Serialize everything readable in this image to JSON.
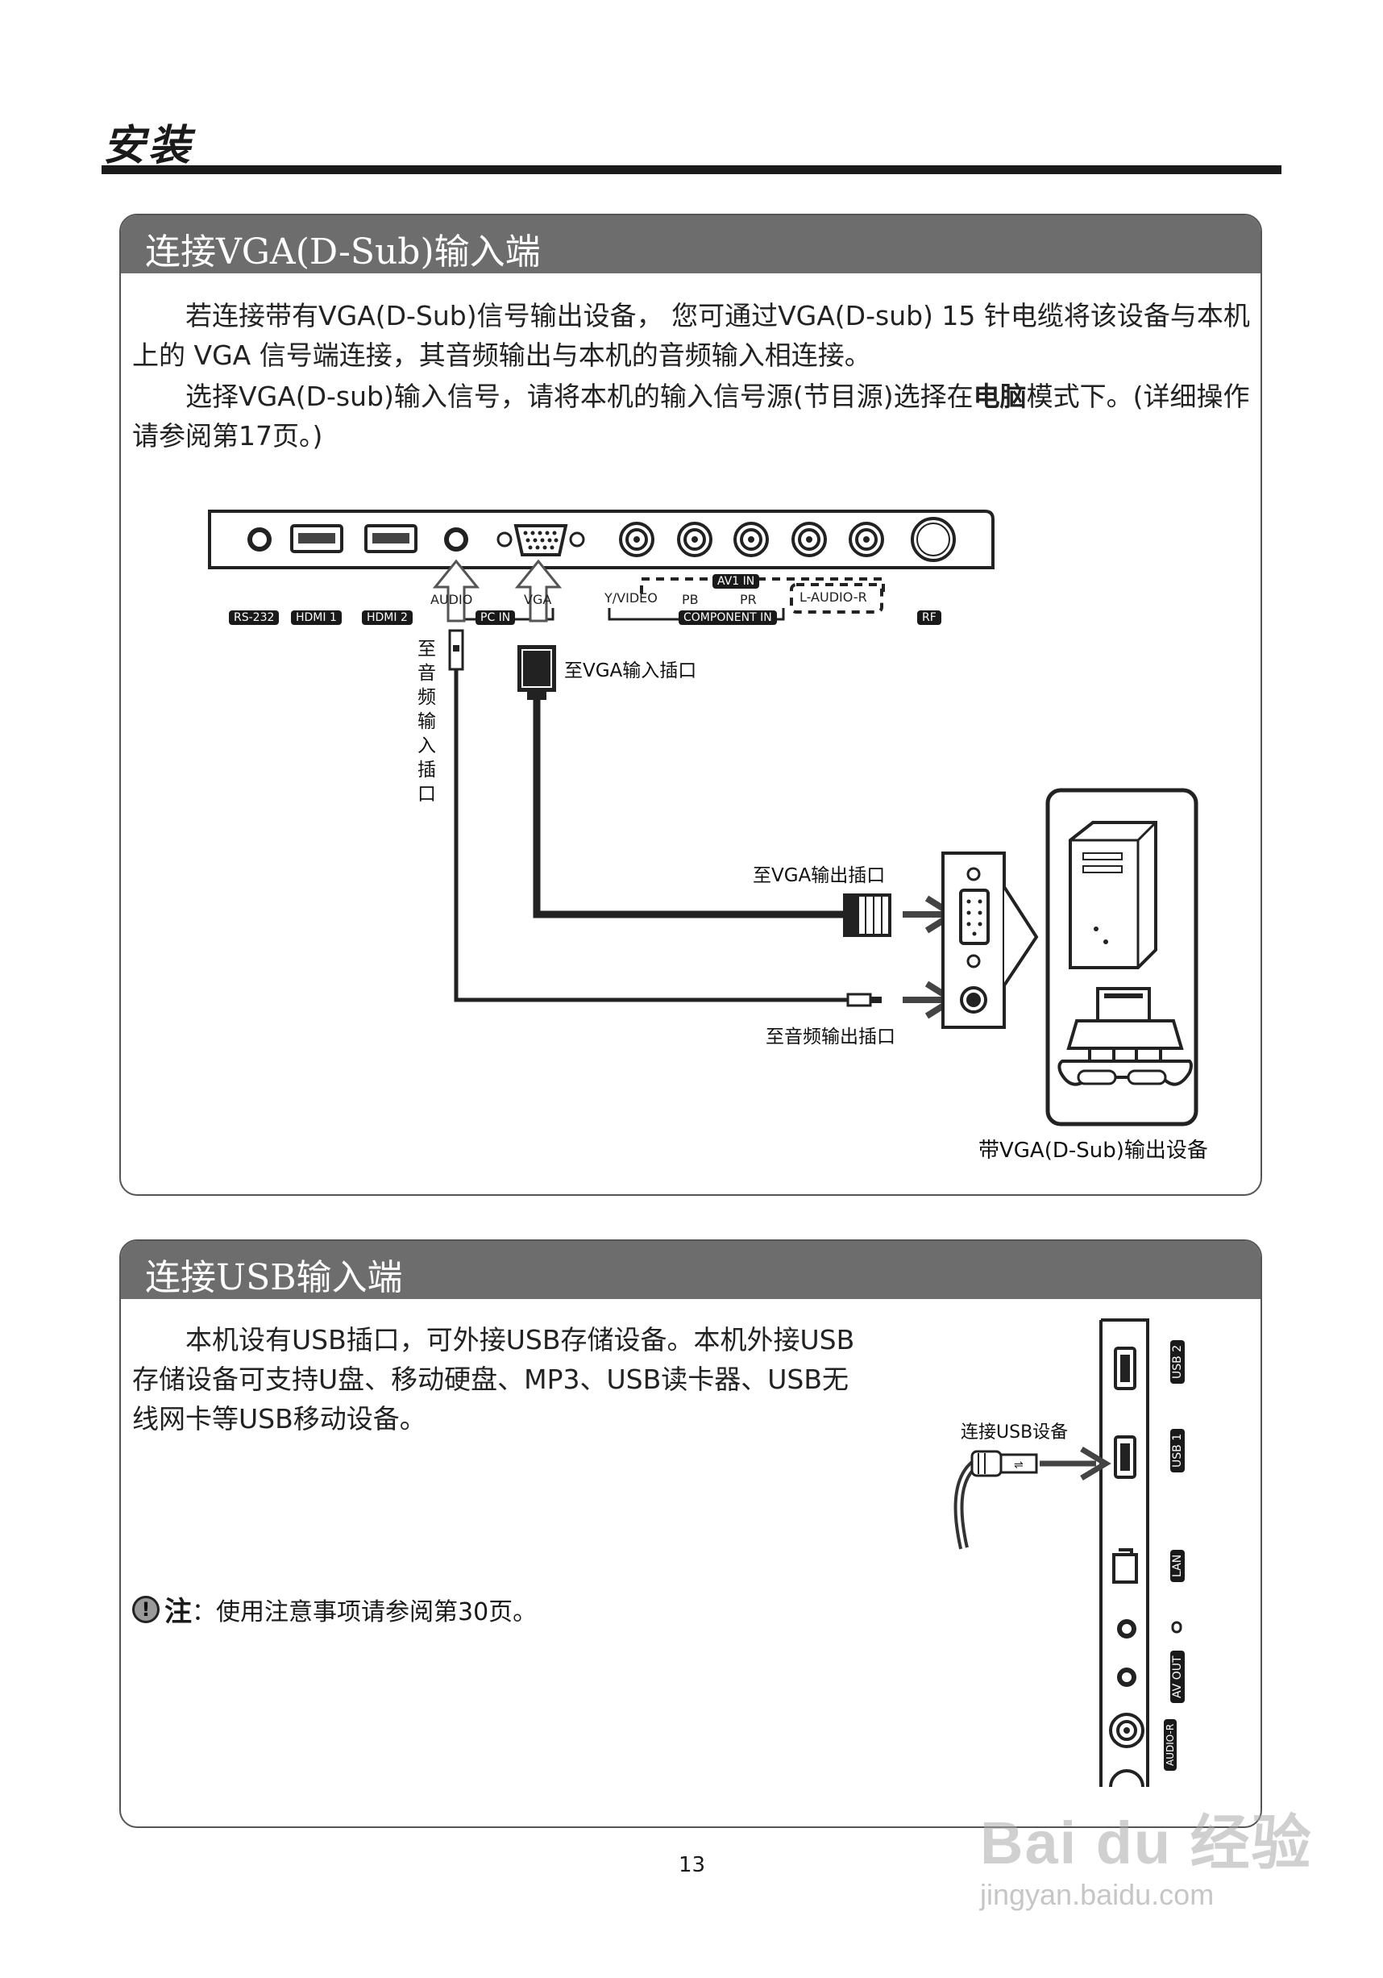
{
  "page_title": "安装",
  "vga_section": {
    "heading": "连接VGA(D-Sub)输入端",
    "para1": "若连接带有VGA(D-Sub)信号输出设备， 您可通过VGA(D-sub) 15 针电缆将该设备与本机上的 VGA 信号端连接，其音频输出与本机的音频输入相连接。",
    "para2_a": "选择VGA(D-sub)输入信号，请将本机的输入信号源(节目源)选择在",
    "para2_bold": "电脑",
    "para2_b": "模式下。(详细操作请参阅第17页。)",
    "panel_labels": {
      "rs232": "RS-232",
      "hdmi1": "HDMI 1",
      "hdmi2": "HDMI 2",
      "audio": "AUDIO",
      "vga": "VGA",
      "pc_in": "PC IN",
      "y_video": "Y/VIDEO",
      "pb": "PB",
      "pr": "PR",
      "av1_in": "AV1 IN",
      "l_audio_r": "L-AUDIO-R",
      "component_in": "COMPONENT IN",
      "rf": "RF"
    },
    "diagram_labels": {
      "to_audio_input": "至音频输入插口",
      "to_vga_input": "至VGA输入插口",
      "to_vga_output": "至VGA输出插口",
      "to_audio_output": "至音频输出插口",
      "device_caption": "带VGA(D-Sub)输出设备"
    }
  },
  "usb_section": {
    "heading": "连接USB输入端",
    "para": "本机设有USB插口，可外接USB存储设备。本机外接USB存储设备可支持U盘、移动硬盘、MP3、USB读卡器、USB无线网卡等USB移动设备。",
    "note_label": "注",
    "note_text": "：使用注意事项请参阅第30页。",
    "connect_label": "连接USB设备",
    "side_labels": {
      "usb2": "USB 2",
      "usb1": "USB 1",
      "lan": "LAN",
      "av_out": "AV OUT",
      "audio_r": "AUDIO-R"
    }
  },
  "page_number": "13",
  "watermark": {
    "brand": "Bai du 经验",
    "url": "jingyan.baidu.com"
  },
  "colors": {
    "panel_header": "#6d6d6e",
    "rule": "#1a1a1a",
    "panel_border": "#555555"
  }
}
